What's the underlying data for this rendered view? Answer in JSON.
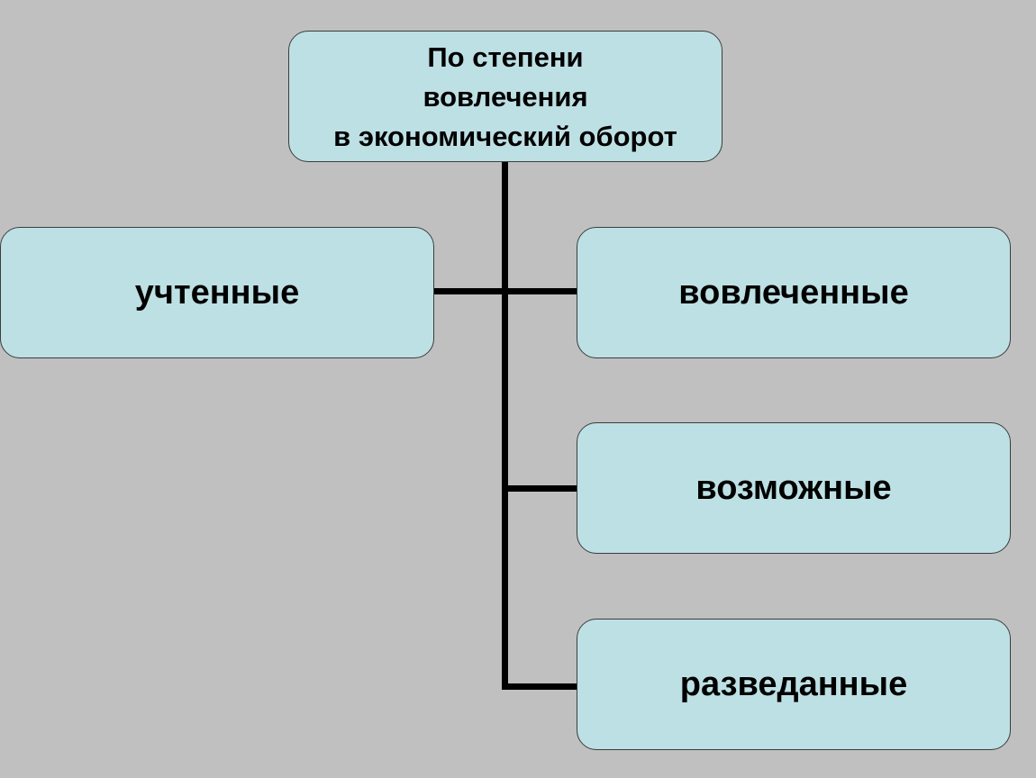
{
  "diagram": {
    "root": {
      "lines": [
        "По степени",
        "вовлечения",
        "в экономический оборот"
      ]
    },
    "left_child": {
      "label": "учтенные"
    },
    "right_children": [
      {
        "label": "вовлеченные"
      },
      {
        "label": "возможные"
      },
      {
        "label": "разведанные"
      }
    ]
  },
  "colors": {
    "background": "#c0c0c0",
    "node_fill": "#bde0e4",
    "node_border": "#3c3c3c",
    "connector": "#000000",
    "text": "#000000"
  }
}
